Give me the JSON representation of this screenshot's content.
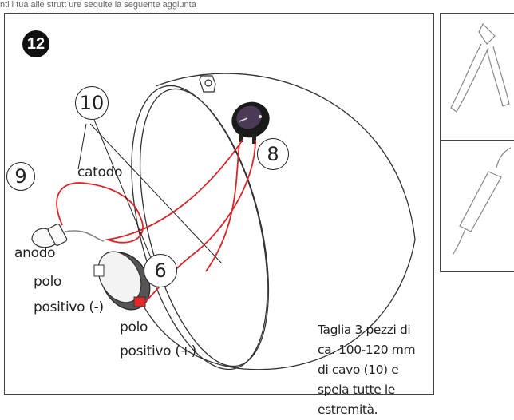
{
  "top_strip_text": "nti i tua alle strutt ure sequite la seguente aggiunta",
  "step_number": "12",
  "callouts": {
    "c10": "10",
    "c9": "9",
    "c8": "8",
    "c6": "6"
  },
  "labels": {
    "catodo": "catodo",
    "anodo": "anodo",
    "polo_neg_line1": "polo",
    "polo_neg_line2": "positivo (-)",
    "polo_pos_line1": "polo",
    "polo_pos_line2": "positivo (+)"
  },
  "caption": "Taglia 3 pezzi di ca. 100-120 mm di cavo (10) e spela tutte le estremità.",
  "colors": {
    "wire": "#d8262a",
    "outline": "#333333",
    "badge": "#111111"
  }
}
